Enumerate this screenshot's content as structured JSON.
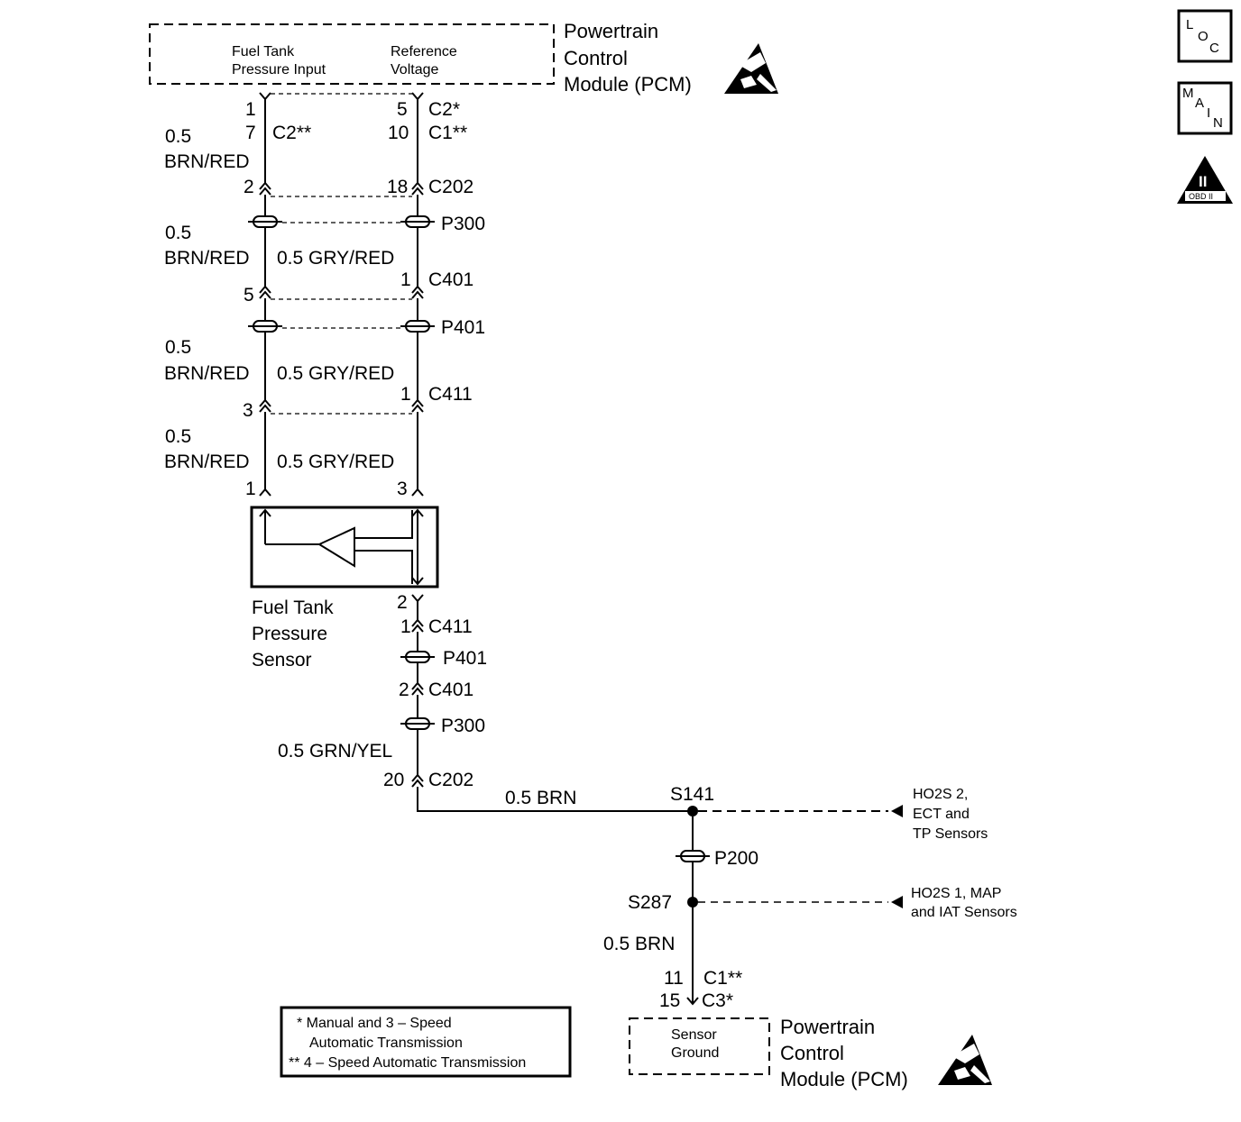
{
  "pcm_top": {
    "title_lines": [
      "Powertrain",
      "Control",
      "Module (PCM)"
    ],
    "pin_left_label": [
      "Fuel Tank",
      "Pressure Input"
    ],
    "pin_right_label": [
      "Reference",
      "Voltage"
    ]
  },
  "pcm_bottom": {
    "title_lines": [
      "Powertrain",
      "Control",
      "Module (PCM)"
    ],
    "pin_label": [
      "Sensor",
      "Ground"
    ]
  },
  "left_circuit": {
    "pin_top_1": "1",
    "pin_top_2": "7",
    "conn_top_1": "",
    "conn_top_2": "C2**",
    "seg1_gauge": "0.5",
    "seg1_color": "BRN/RED",
    "c202_pin": "2",
    "seg2_gauge": "0.5",
    "seg2_color": "BRN/RED",
    "c401_pin": "5",
    "seg3_gauge": "0.5",
    "seg3_color": "BRN/RED",
    "c411_pin": "3",
    "seg4_gauge": "0.5",
    "seg4_color": "BRN/RED",
    "sensor_pin": "1"
  },
  "right_circuit": {
    "pin_top_1": "5",
    "pin_top_2": "10",
    "conn_top_1": "C2*",
    "conn_top_2": "C1**",
    "c202_pin": "18",
    "c202_label": "C202",
    "p300_label": "P300",
    "seg2_wire": "0.5 GRY/RED",
    "c401_pin": "1",
    "c401_label": "C401",
    "p401_label": "P401",
    "seg3_wire": "0.5 GRY/RED",
    "c411_pin": "1",
    "c411_label": "C411",
    "seg4_wire": "0.5 GRY/RED",
    "sensor_pin": "3"
  },
  "sensor": {
    "name_lines": [
      "Fuel Tank",
      "Pressure",
      "Sensor"
    ],
    "ground_pin": "2"
  },
  "ground_circuit": {
    "c411_pin": "1",
    "c411_label": "C411",
    "p401_label": "P401",
    "c401_pin": "2",
    "c401_label": "C401",
    "p300_label": "P300",
    "wire1": "0.5 GRN/YEL",
    "c202_pin": "20",
    "c202_label": "C202",
    "wire2": "0.5 BRN",
    "splice1": "S141",
    "splice1_to": [
      "HO2S 2,",
      "ECT and",
      "TP Sensors"
    ],
    "p200_label": "P200",
    "splice2": "S287",
    "splice2_to": [
      "HO2S 1, MAP",
      "and IAT Sensors"
    ],
    "wire3": "0.5 BRN",
    "pcm_pin_1": "11",
    "pcm_conn_1": "C1**",
    "pcm_pin_2": "15",
    "pcm_conn_2": "C3*"
  },
  "legend": {
    "lines": [
      "* Manual and 3 – Speed",
      "Automatic Transmission",
      "** 4 – Speed Automatic Transmission"
    ]
  },
  "side_icons": {
    "loc": [
      "L",
      "O",
      "C"
    ],
    "main": [
      "M",
      "A",
      "I",
      "N"
    ],
    "obd": [
      "II",
      "OBD II"
    ]
  }
}
